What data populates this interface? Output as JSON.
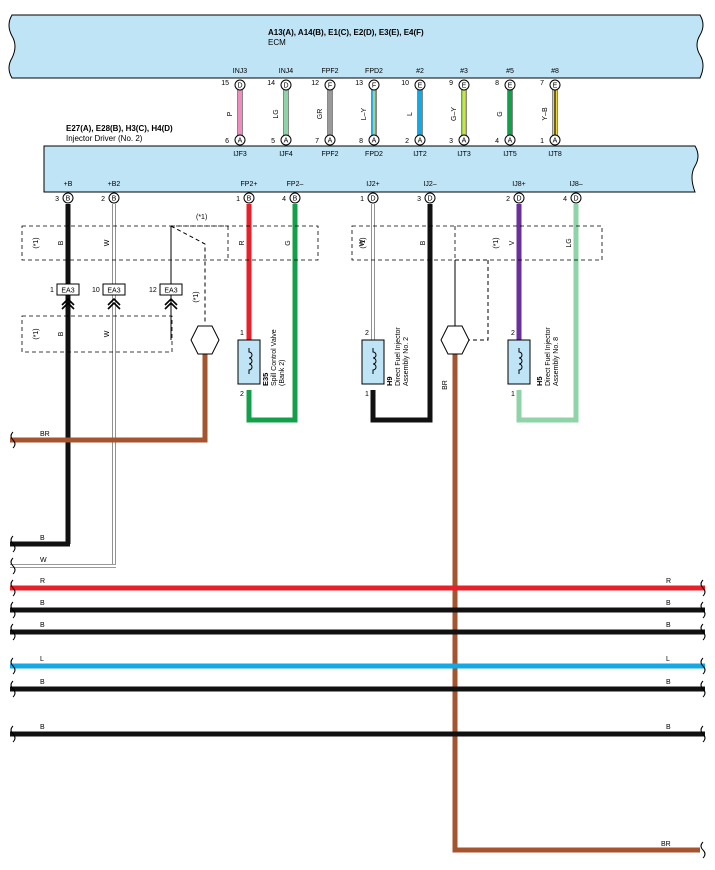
{
  "ecm": {
    "connectors": "A13(A), A14(B), E1(C), E2(D), E3(E), E4(F)",
    "name": "ECM"
  },
  "driver": {
    "connectors": "E27(A), E28(B), H3(C), H4(D)",
    "name": "Injector Driver (No. 2)"
  },
  "ecm_links": [
    {
      "ecm_label": "INJ3",
      "ecm_pin": "15",
      "ecm_conn": "D",
      "wire": "P",
      "color": "#f08cc0",
      "drv_pin": "6",
      "drv_conn": "A",
      "drv_label": "IJF3"
    },
    {
      "ecm_label": "INJ4",
      "ecm_pin": "14",
      "ecm_conn": "D",
      "wire": "LG",
      "color": "#8fd3a8",
      "drv_pin": "5",
      "drv_conn": "A",
      "drv_label": "IJF4"
    },
    {
      "ecm_label": "FPF2",
      "ecm_pin": "12",
      "ecm_conn": "F",
      "wire": "GR",
      "color": "#9a9a9a",
      "drv_pin": "7",
      "drv_conn": "A",
      "drv_label": "FPF2"
    },
    {
      "ecm_label": "FPD2",
      "ecm_pin": "13",
      "ecm_conn": "F",
      "wire": "L–Y",
      "color": "#2ab0e8",
      "drv_pin": "8",
      "drv_conn": "A",
      "drv_label": "FPD2"
    },
    {
      "ecm_label": "#2",
      "ecm_pin": "10",
      "ecm_conn": "E",
      "wire": "L",
      "color": "#14a8e4",
      "drv_pin": "2",
      "drv_conn": "A",
      "drv_label": "IJT2"
    },
    {
      "ecm_label": "#3",
      "ecm_pin": "9",
      "ecm_conn": "E",
      "wire": "G–Y",
      "color": "#9ad24a",
      "drv_pin": "3",
      "drv_conn": "A",
      "drv_label": "IJT3"
    },
    {
      "ecm_label": "#5",
      "ecm_pin": "8",
      "ecm_conn": "E",
      "wire": "G",
      "color": "#13a04a",
      "drv_pin": "4",
      "drv_conn": "A",
      "drv_label": "IJT5"
    },
    {
      "ecm_label": "#8",
      "ecm_pin": "7",
      "ecm_conn": "E",
      "wire": "Y–B",
      "color": "#f2d43a",
      "drv_pin": "1",
      "drv_conn": "A",
      "drv_label": "IJT8"
    }
  ],
  "driver_bottom": [
    {
      "label": "+B",
      "pin": "3",
      "conn": "B"
    },
    {
      "label": "+B2",
      "pin": "2",
      "conn": "B"
    },
    {
      "label": "FP2+",
      "pin": "1",
      "conn": "B"
    },
    {
      "label": "FP2–",
      "pin": "4",
      "conn": "B"
    },
    {
      "label": "IJ2+",
      "pin": "1",
      "conn": "D"
    },
    {
      "label": "IJ2–",
      "pin": "3",
      "conn": "D"
    },
    {
      "label": "IJ8+",
      "pin": "2",
      "conn": "D"
    },
    {
      "label": "IJ8–",
      "pin": "4",
      "conn": "D"
    }
  ],
  "shield_note": "(*1)",
  "shield_wires": {
    "a": [
      "B",
      "W"
    ],
    "b": [
      "R",
      "G"
    ],
    "c": [
      "W",
      "B"
    ],
    "d": [
      "V",
      "LG"
    ],
    "e": [
      "B",
      "W"
    ]
  },
  "junctions": [
    {
      "pin": "1",
      "name": "EA3"
    },
    {
      "pin": "10",
      "name": "EA3"
    },
    {
      "pin": "12",
      "name": "EA3"
    }
  ],
  "components": [
    {
      "code": "E35",
      "name": "Spill Control Valve",
      "sub": "(Bank 2)",
      "pin_top": "1",
      "pin_bottom": "2"
    },
    {
      "code": "H9",
      "name": "Direct Fuel Injector",
      "sub": "Assembly No. 2",
      "pin_top": "2",
      "pin_bottom": "1"
    },
    {
      "code": "H5",
      "name": "Direct Fuel Injector",
      "sub": "Assembly No. 8",
      "pin_top": "2",
      "pin_bottom": "1"
    }
  ],
  "ground_wire": "BR",
  "wire_labels": {
    "b": "B",
    "w": "W",
    "br": "BR"
  },
  "bus_lines": [
    {
      "label": "R",
      "color": "#e8202a",
      "right": true
    },
    {
      "label": "B",
      "color": "#111111",
      "right": true
    },
    {
      "label": "B",
      "color": "#111111",
      "right": true
    },
    {
      "label": "L",
      "color": "#14a8e4",
      "right": true
    },
    {
      "label": "B",
      "color": "#111111",
      "right": true
    },
    {
      "label": "B",
      "color": "#111111",
      "right": true
    }
  ],
  "colors": {
    "bar_fill": "#bfe4f5",
    "black": "#111111",
    "white_wire": "#ffffff",
    "red": "#e8202a",
    "green": "#13a04a",
    "violet": "#6a2f9a",
    "light_green": "#8fd3a8",
    "brown": "#a4552f",
    "blue": "#14a8e4"
  }
}
